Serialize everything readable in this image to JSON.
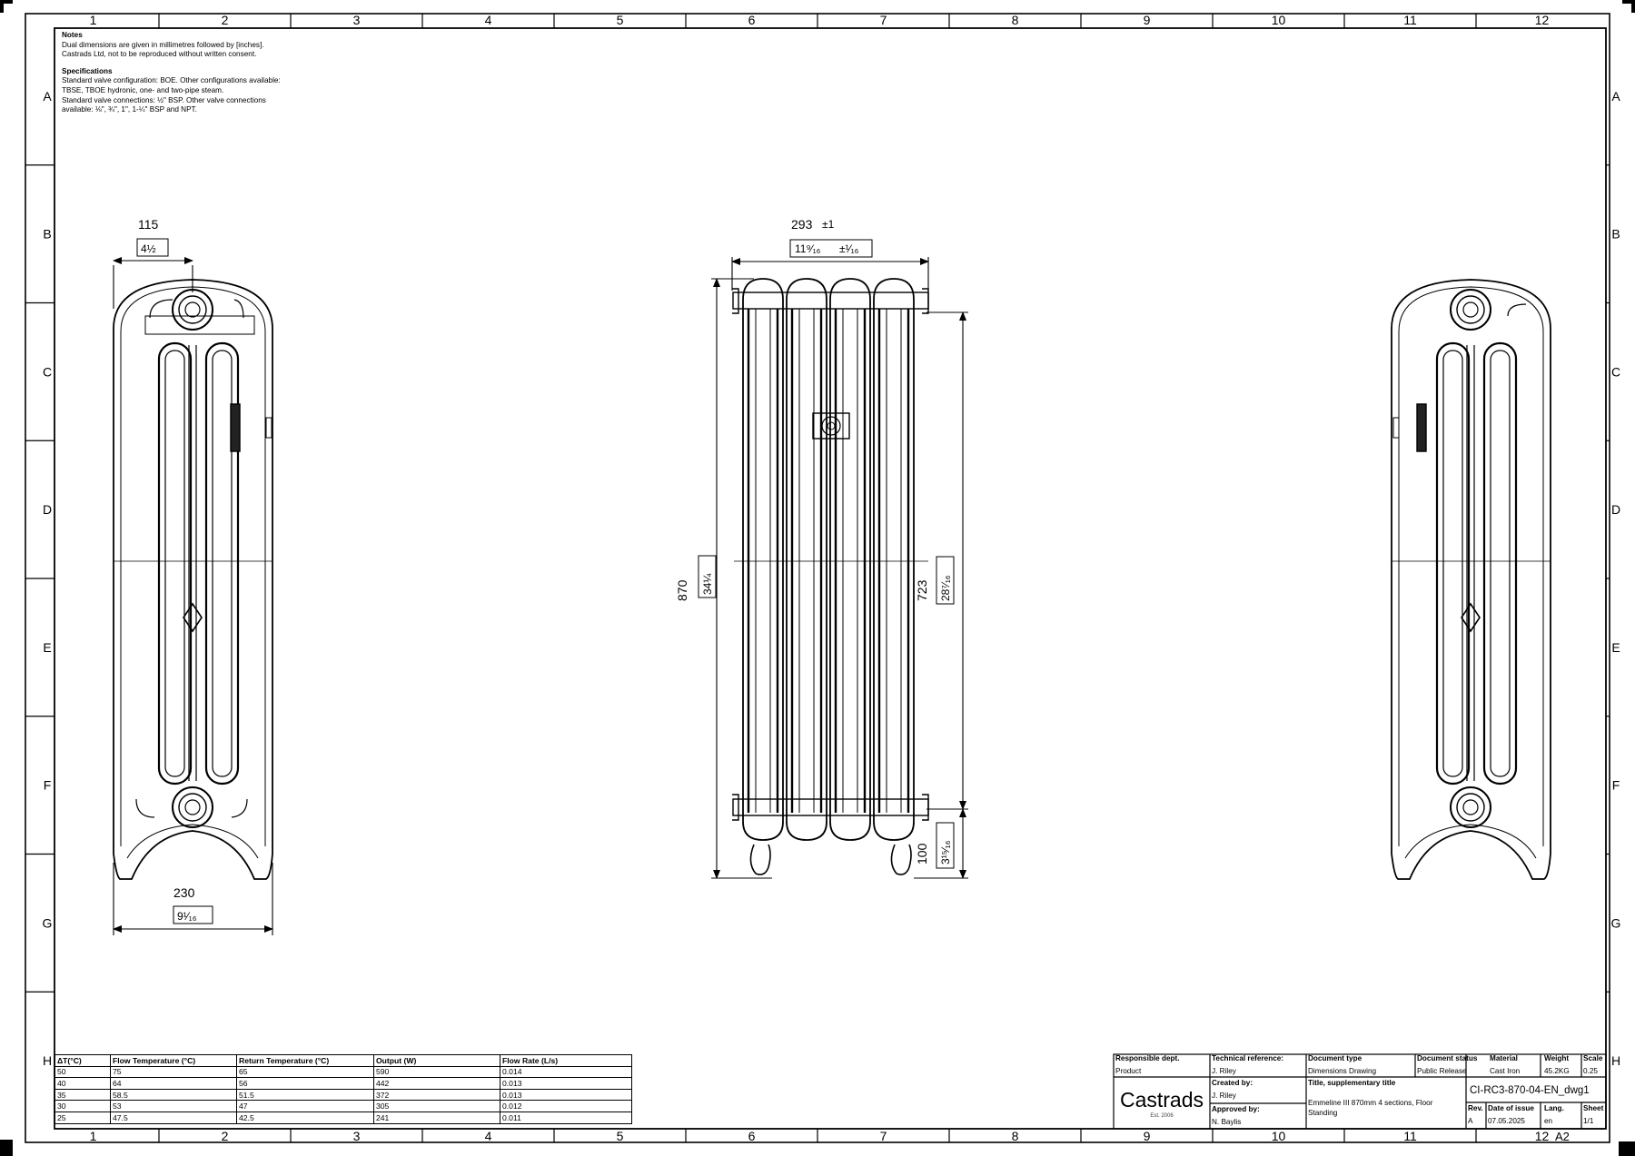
{
  "frame": {
    "columns": [
      "1",
      "2",
      "3",
      "4",
      "5",
      "6",
      "7",
      "8",
      "9",
      "10",
      "11",
      "12"
    ],
    "rows": [
      "A",
      "B",
      "C",
      "D",
      "E",
      "F",
      "G",
      "H"
    ]
  },
  "notes": {
    "heading": "Notes",
    "lines": [
      "Dual dimensions are given in millimetres followed by [inches].",
      "Castrads Ltd, not to be reproduced without written consent."
    ]
  },
  "specifications": {
    "heading": "Specifications",
    "lines": [
      "Standard valve configuration: BOE. Other configurations available:",
      "TBSE, TBOE hydronic, one- and two-pipe steam.",
      "Standard valve connections: ½\" BSP. Other valve connections",
      "available: ⅛\", ¾\", 1\", 1-¼\" BSP and NPT."
    ]
  },
  "dimensions": {
    "side_top_mm": "115",
    "side_top_in": "4½",
    "side_bottom_mm": "230",
    "side_bottom_in": "9¹⁄₁₆",
    "front_width_mm": "293",
    "front_width_tol_mm": "±1",
    "front_width_in": "11⁹⁄₁₆",
    "front_width_tol_in": "±¹⁄₁₆",
    "height_mm": "870",
    "height_in": "34¼",
    "centres_mm": "723",
    "centres_in": "28⁷⁄₁₆",
    "leg_mm": "100",
    "leg_in": "3¹⁵⁄₁₆"
  },
  "performance_table": {
    "headers": [
      "ΔT(°C)",
      "Flow Temperature (°C)",
      "Return Temperature (°C)",
      "Output (W)",
      "Flow Rate (L/s)"
    ],
    "rows": [
      [
        "50",
        "75",
        "65",
        "590",
        "0.014"
      ],
      [
        "40",
        "64",
        "56",
        "442",
        "0.013"
      ],
      [
        "35",
        "58.5",
        "51.5",
        "372",
        "0.013"
      ],
      [
        "30",
        "53",
        "47",
        "305",
        "0.012"
      ],
      [
        "25",
        "47.5",
        "42.5",
        "241",
        "0.011"
      ]
    ]
  },
  "title_block": {
    "responsible_dept_label": "Responsible dept.",
    "responsible_dept": "Product",
    "technical_reference_label": "Technical reference:",
    "technical_reference": "J. Riley",
    "document_type_label": "Document type",
    "document_type": "Dimensions Drawing",
    "document_status_label": "Document status",
    "document_status": "Public Release",
    "material_label": "Material",
    "material": "Cast Iron",
    "weight_label": "Weight",
    "weight": "45.2KG",
    "scale_label": "Scale",
    "scale": "0.25",
    "created_by_label": "Created by:",
    "created_by": "J. Riley",
    "approved_by_label": "Approved by:",
    "approved_by": "N. Baylis",
    "title_label": "Title, supplementary title",
    "title_line1": "Emmeline III 870mm 4 sections, Floor",
    "title_line2": "Standing",
    "document_id": "CI-RC3-870-04-EN_dwg1",
    "rev_label": "Rev.",
    "rev": "A",
    "date_label": "Date of issue",
    "date": "07.05.2025",
    "lang_label": "Lang.",
    "lang": "en",
    "sheet_label": "Sheet",
    "sheet": "1/1",
    "sheet_size": "A2",
    "brand": "Castrads",
    "brand_tagline": "Est. 2006"
  }
}
